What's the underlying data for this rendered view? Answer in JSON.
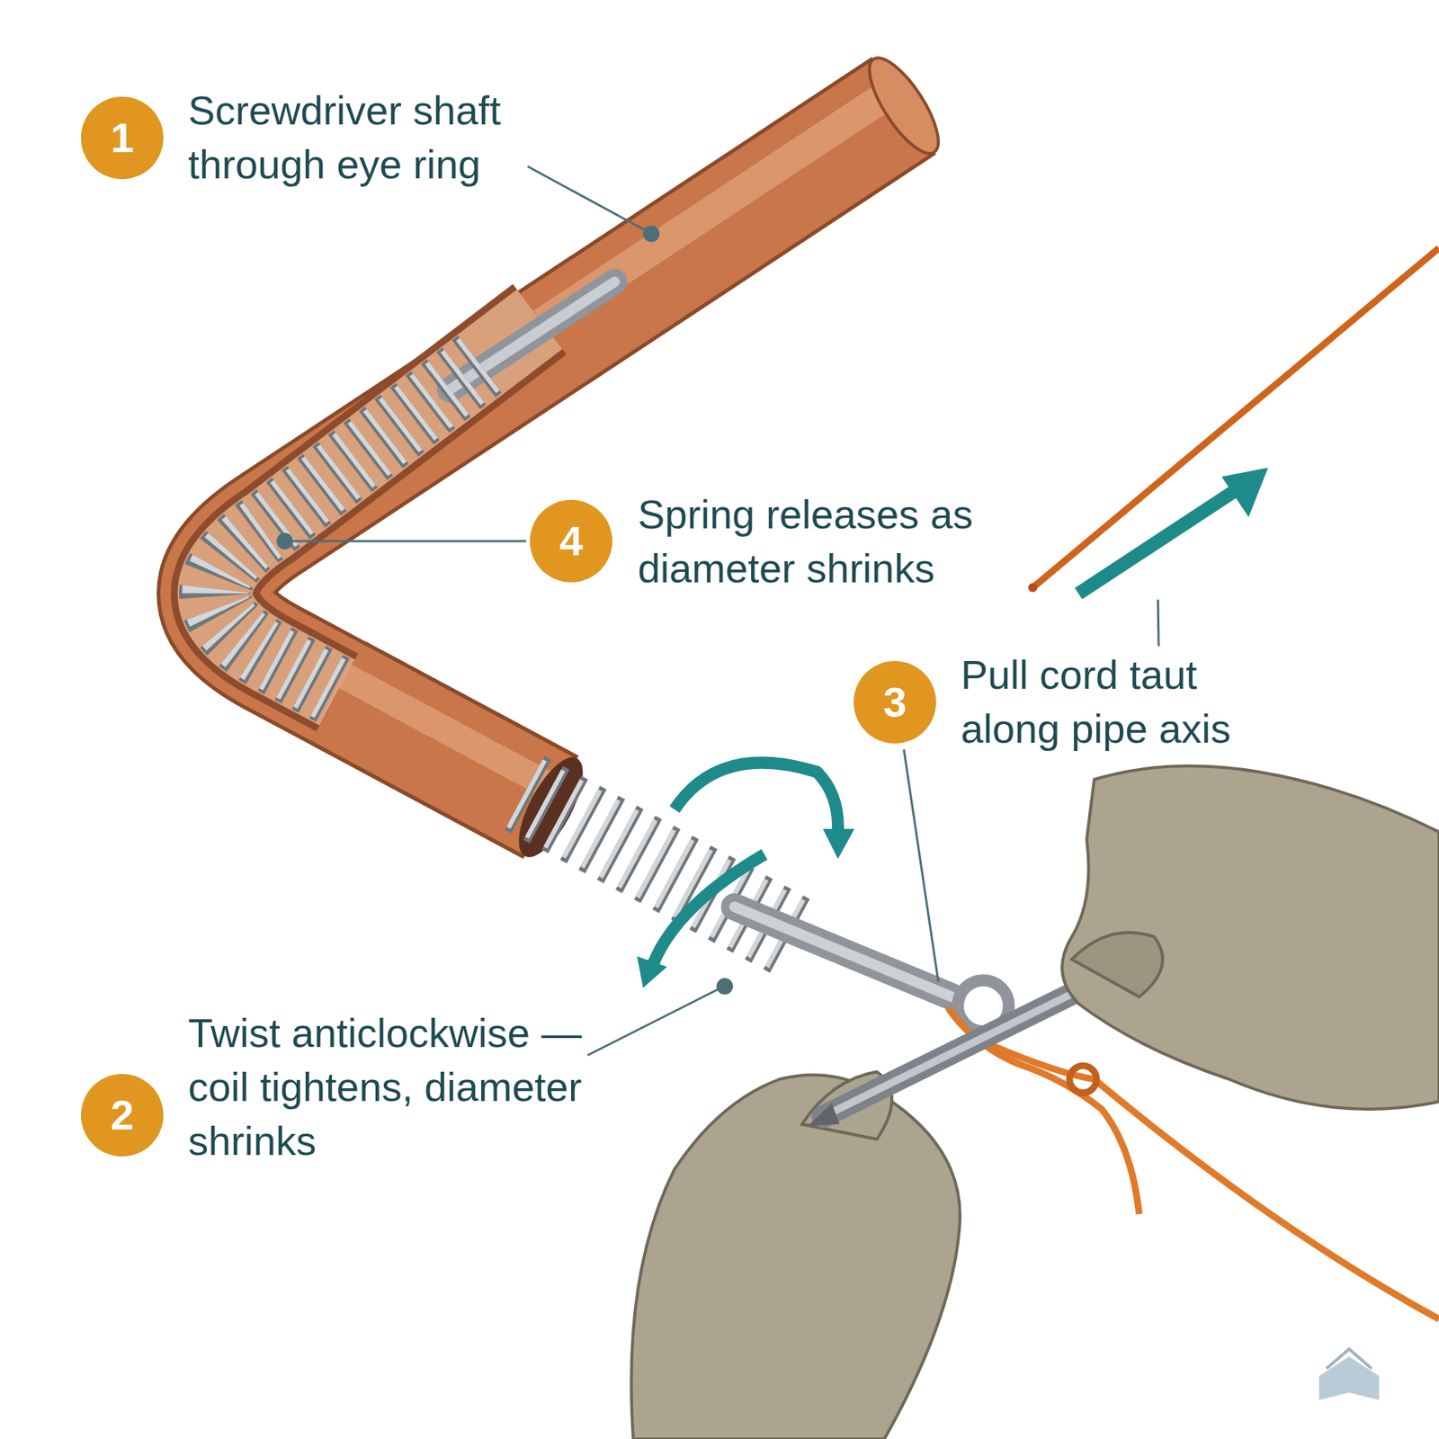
{
  "diagram": {
    "nodes": [
      {
        "text": [
          "1",
          "Screwdriver shaft through eye ring"
        ]
      },
      {
        "text": [
          "4",
          "Spring releases as diameter shrinks"
        ]
      },
      {
        "text": [
          "3",
          "Pull cord taut along pipe axis"
        ]
      },
      {
        "text": [
          "2",
          "Twist anticlockwise — coil tightens, diameter shrinks"
        ]
      }
    ]
  }
}
